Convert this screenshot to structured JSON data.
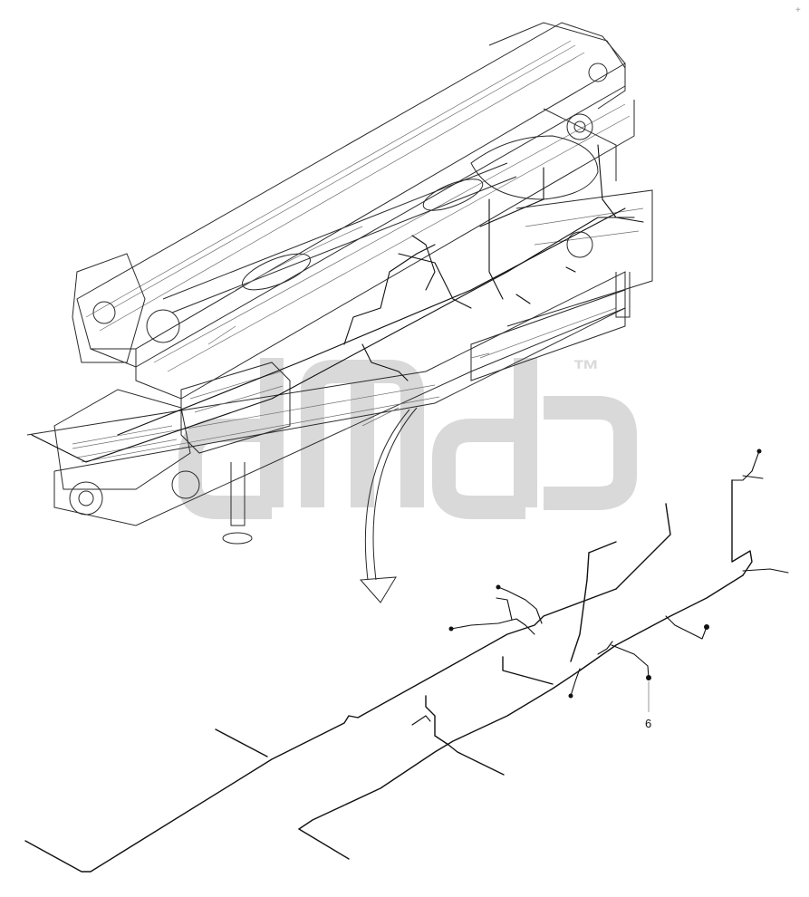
{
  "watermark": {
    "text": "dmd",
    "trademark": "™",
    "color": "#d9d9d9"
  },
  "callouts": [
    {
      "id": "6",
      "label": "6"
    }
  ],
  "corner_mark": "+",
  "colors": {
    "line": "#2a2a2a",
    "wire": "#111111",
    "background": "#ffffff"
  }
}
